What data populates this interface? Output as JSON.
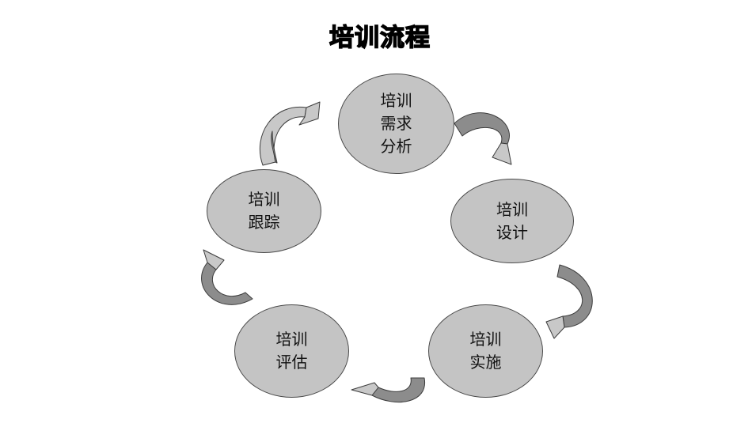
{
  "title": "培训流程",
  "nodes": [
    {
      "lines": [
        "培训",
        "需求",
        "分析"
      ]
    },
    {
      "lines": [
        "培训",
        "设计"
      ]
    },
    {
      "lines": [
        "培训",
        "实施"
      ]
    },
    {
      "lines": [
        "培训",
        "评估"
      ]
    },
    {
      "lines": [
        "培训",
        "跟踪"
      ]
    }
  ],
  "colors": {
    "node_fill": "#c4c4c4",
    "node_border": "#4a4a4a",
    "arrow_light": "#c8c8c8",
    "arrow_dark": "#8c8c8c"
  }
}
